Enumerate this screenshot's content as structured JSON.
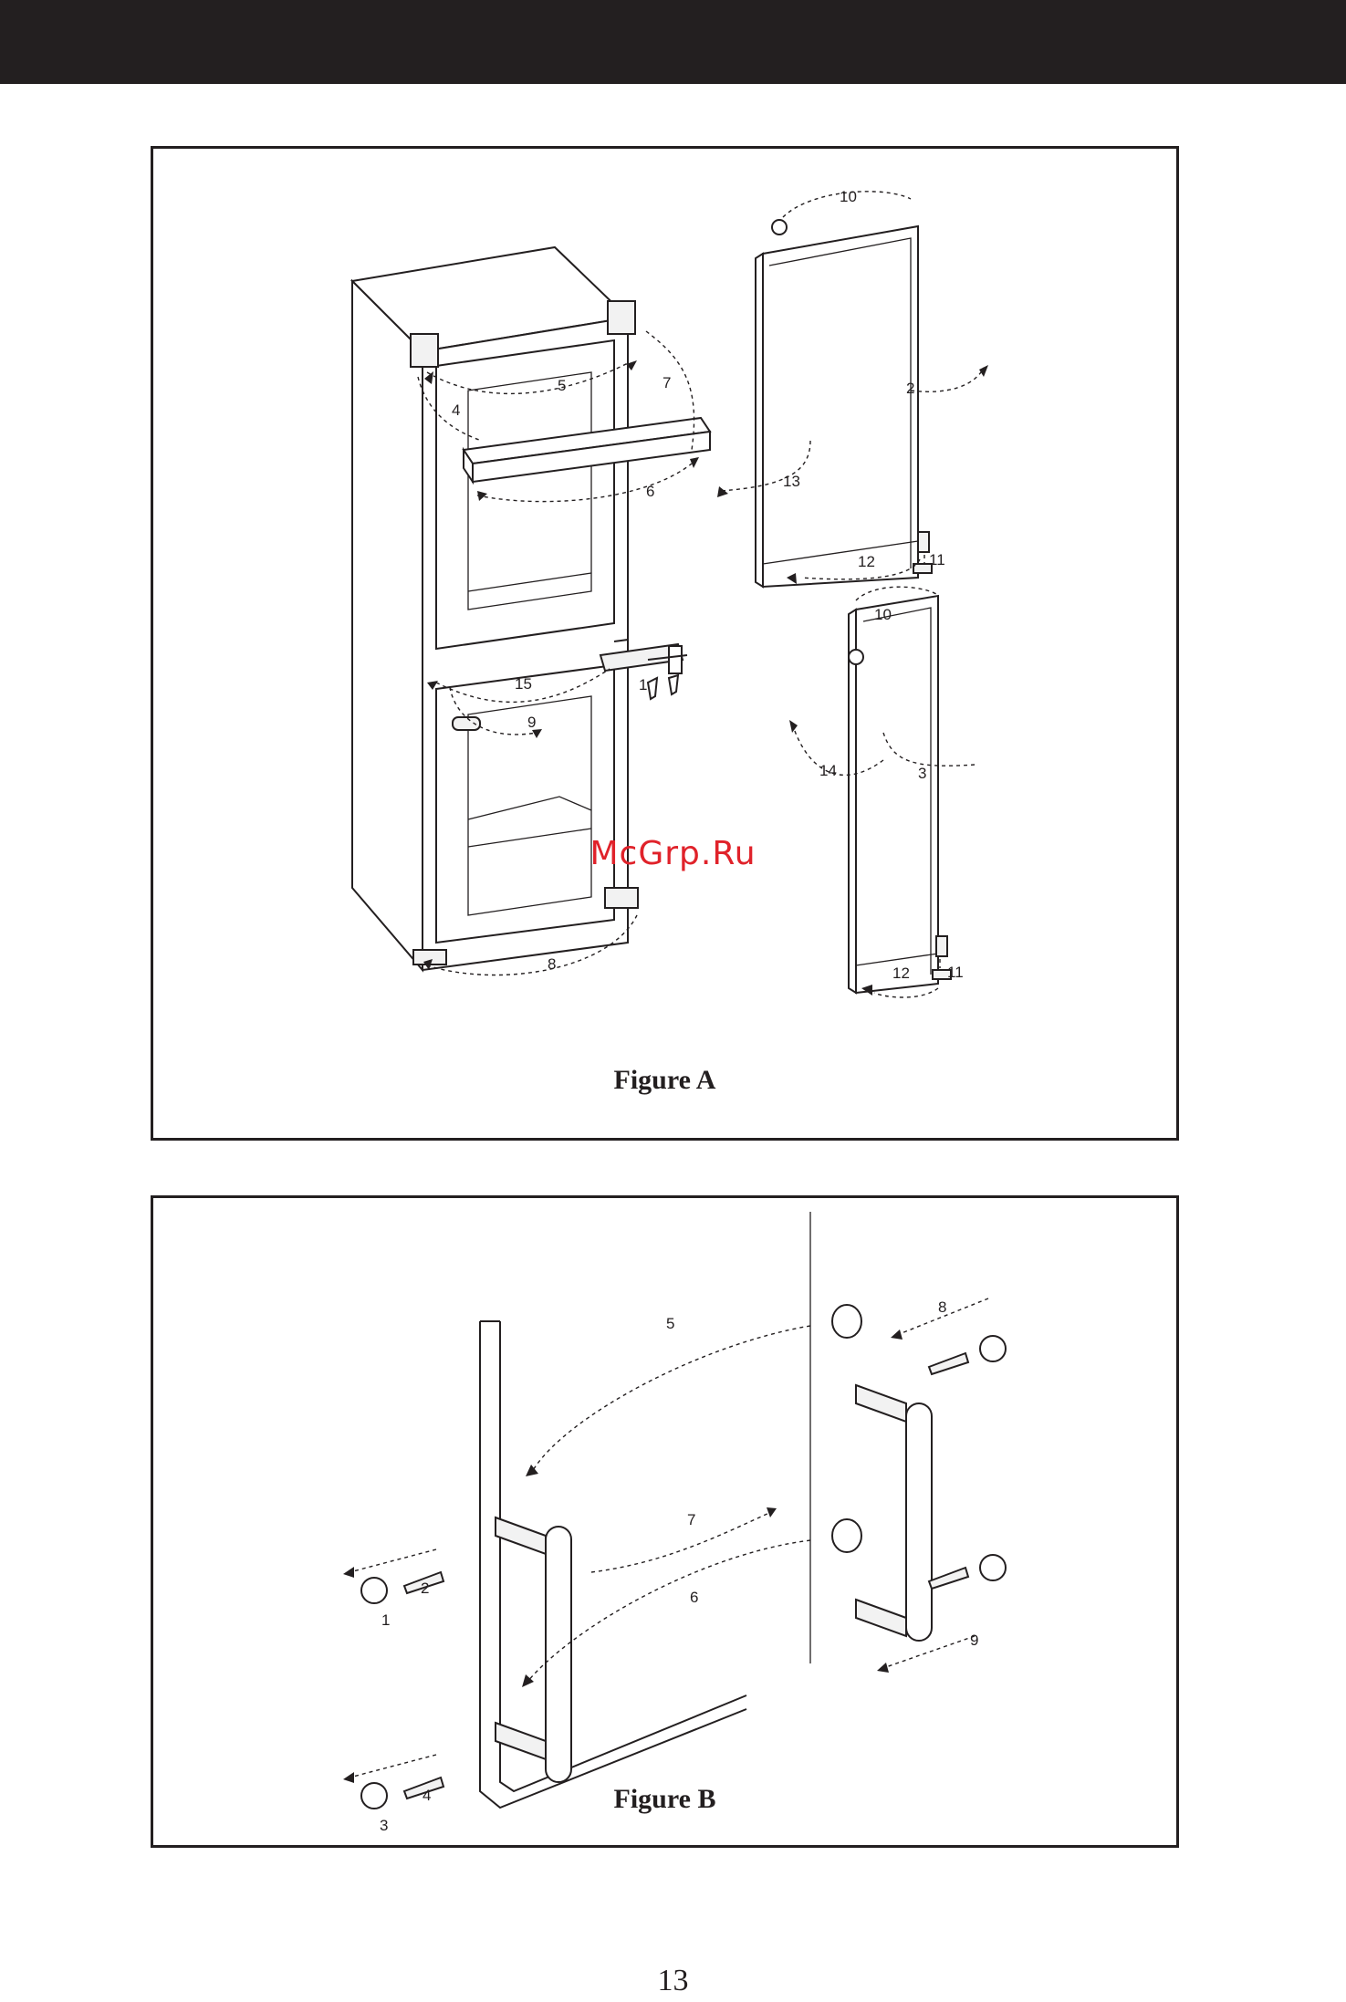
{
  "figure_a": {
    "caption": "Figure A",
    "labels": {
      "1": "1",
      "2": "2",
      "3": "3",
      "4": "4",
      "5": "5",
      "6": "6",
      "7": "7",
      "8": "8",
      "9": "9",
      "10": "10",
      "11": "11",
      "12": "12",
      "13": "13",
      "14": "14",
      "15": "15"
    }
  },
  "figure_b": {
    "caption": "Figure B",
    "labels": {
      "1": "1",
      "2": "2",
      "3": "3",
      "4": "4",
      "5": "5",
      "6": "6",
      "7": "7",
      "8": "8",
      "9": "9"
    }
  },
  "watermark": "McGrp.Ru",
  "page_number": "13",
  "colors": {
    "ink": "#231f20",
    "watermark": "#e0222a"
  }
}
